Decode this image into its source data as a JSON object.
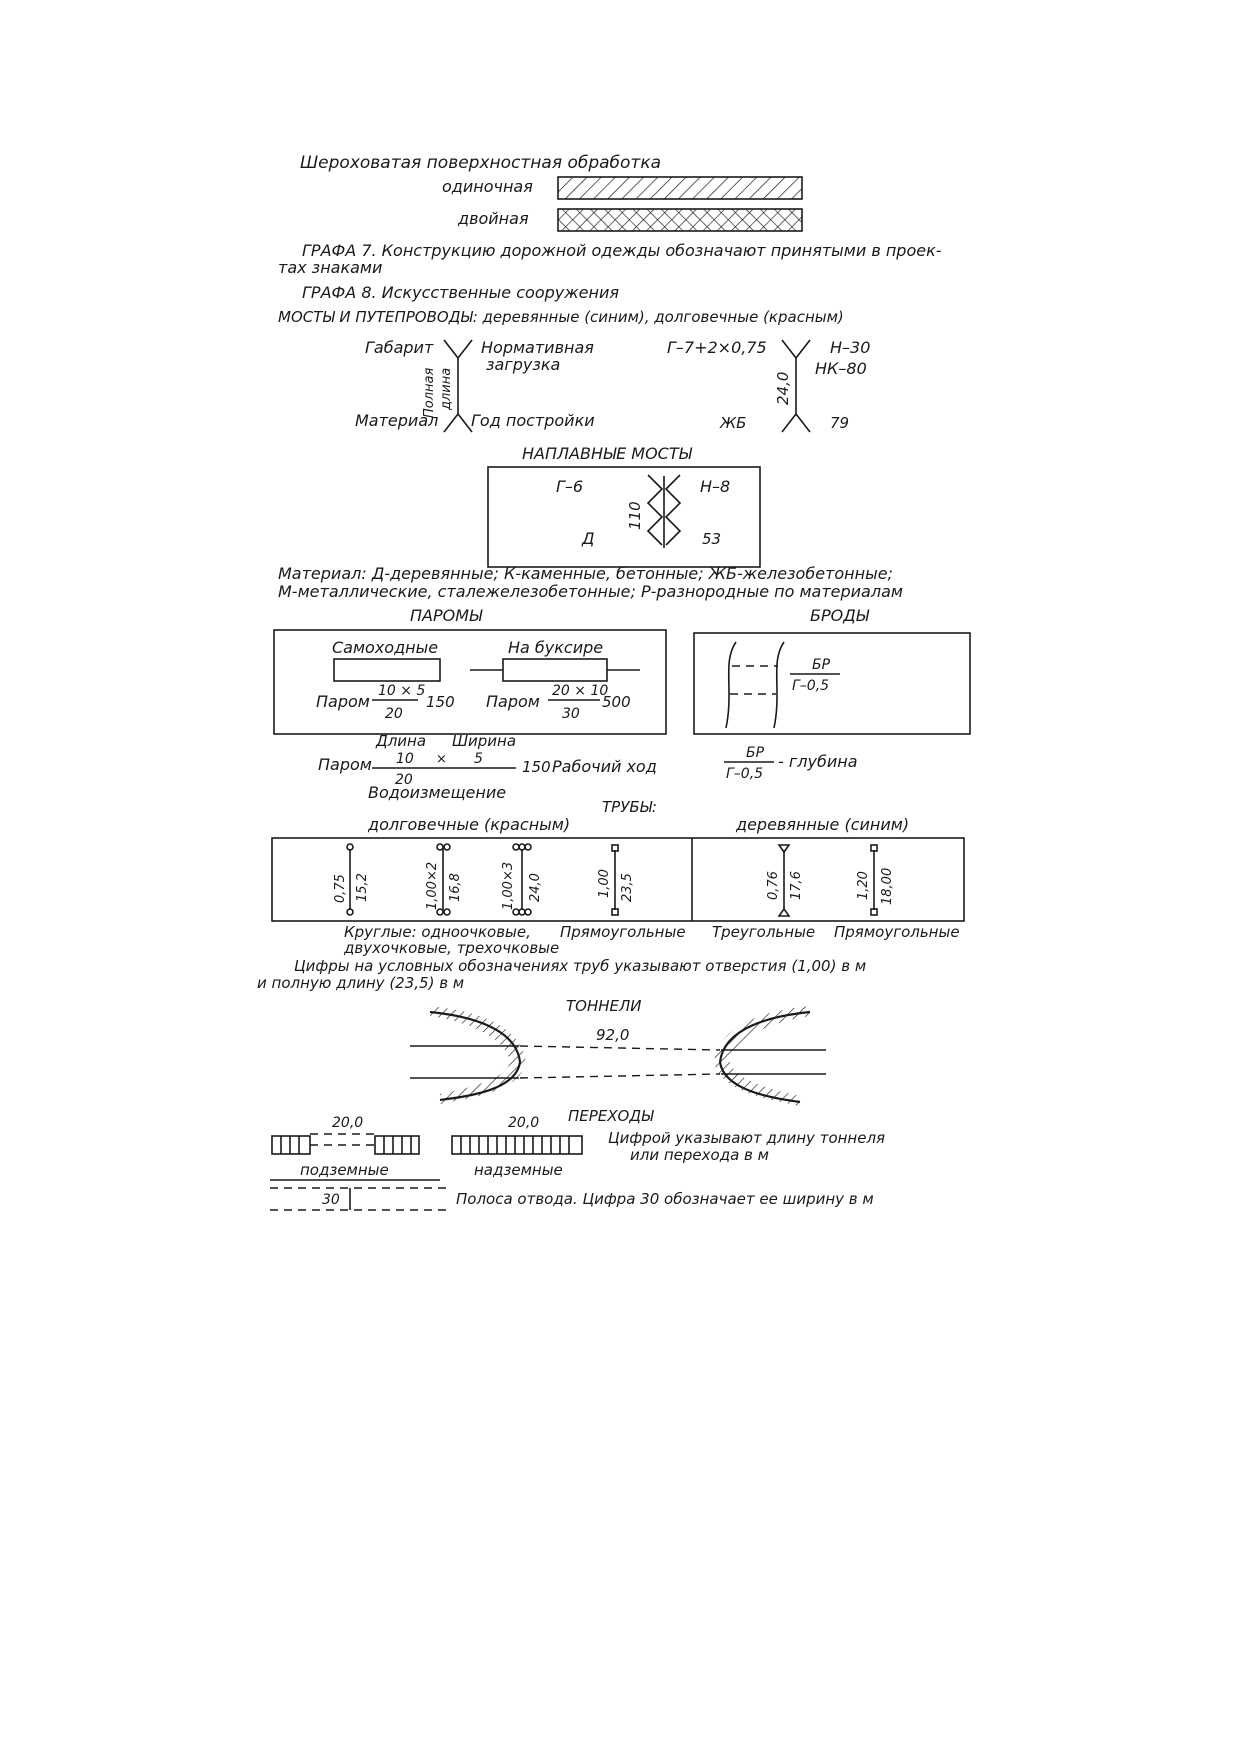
{
  "surface": {
    "title": "Шероховатая поверхностная обработка",
    "single": "одиночная",
    "double": "двойная"
  },
  "grafa7": {
    "line1": "ГРАФА 7.  Конструкцию дорожной одежды обозначают принятыми в проек-",
    "line2": "тах знаками"
  },
  "grafa8": {
    "title": "ГРАФА 8.  Искусственные сооружения"
  },
  "bridges": {
    "title": "МОСТЫ И ПУТЕПРОВОДЫ: деревянные (синим), долговечные (красным)",
    "gabarit": "Габарит",
    "norm1": "Нормативная",
    "norm2": "загрузка",
    "full1": "Полная",
    "full2": "длина",
    "material": "Материал",
    "year": "Год постройки",
    "ex_gabarit": "Г–7+2×0,75",
    "ex_length": "24,0",
    "ex_load1": "Н–30",
    "ex_load2": "НК–80",
    "ex_material": "ЖБ",
    "ex_year": "79"
  },
  "pontoon": {
    "title": "НАПЛАВНЫЕ МОСТЫ",
    "gabarit": "Г–6",
    "length": "110",
    "load": "Н–8",
    "material": "Д",
    "year": "53"
  },
  "materials": {
    "line1": "Материал: Д-деревянные; К-каменные, бетонные; ЖБ-железобетонные;",
    "line2": "М-металлические, сталежелезобетонные; Р-разнородные по материалам"
  },
  "ferries": {
    "title": "ПАРОМЫ",
    "self": "Самоходные",
    "tow": "На буксире",
    "parom": "Паром",
    "a_num": "10 × 5",
    "a_den": "20",
    "a_val": "150",
    "b_num": "20 × 10",
    "b_den": "30",
    "b_val": "500",
    "legend_length": "Длина",
    "legend_width": "Ширина",
    "legend_parom": "Паром",
    "legend_l": "10",
    "legend_x": "×",
    "legend_w": "5",
    "legend_den": "20",
    "legend_val": "150",
    "legend_work": "Рабочий ход",
    "legend_disp": "Водоизмещение"
  },
  "fords": {
    "title": "БРОДЫ",
    "num": "БР",
    "den": "Г–0,5",
    "depth": "- глубина"
  },
  "pipes": {
    "title": "ТРУБЫ:",
    "durable": "долговечные (красным)",
    "wooden": "деревянные (синим)",
    "p1a": "0,75",
    "p1b": "15,2",
    "p2a": "1,00×2",
    "p2b": "16,8",
    "p3a": "1,00×3",
    "p3b": "24,0",
    "p4a": "1,00",
    "p4b": "23,5",
    "p5a": "0,76",
    "p5b": "17,6",
    "p6a": "1,20",
    "p6b": "18,00",
    "round1": "Круглые: одноочковые,",
    "round2": "двухочковые, трехочковые",
    "rect": "Прямоугольные",
    "tri": "Треугольные",
    "rect2": "Прямоугольные",
    "note1": "Цифры на условных обозначениях труб указывают отверстия (1,00) в м",
    "note2": "и полную длину (23,5) в м"
  },
  "tunnels": {
    "title": "ТОННЕЛИ",
    "length": "92,0"
  },
  "crossings": {
    "title": "ПЕРЕХОДЫ",
    "under_len": "20,0",
    "over_len": "20,0",
    "under": "подземные",
    "over": "надземные",
    "note1": "Цифрой указывают длину тоннеля",
    "note2": "или перехода в м"
  },
  "rightofway": {
    "width": "30",
    "note": "Полоса отвода. Цифра 30 обозначает ее ширину в м"
  }
}
